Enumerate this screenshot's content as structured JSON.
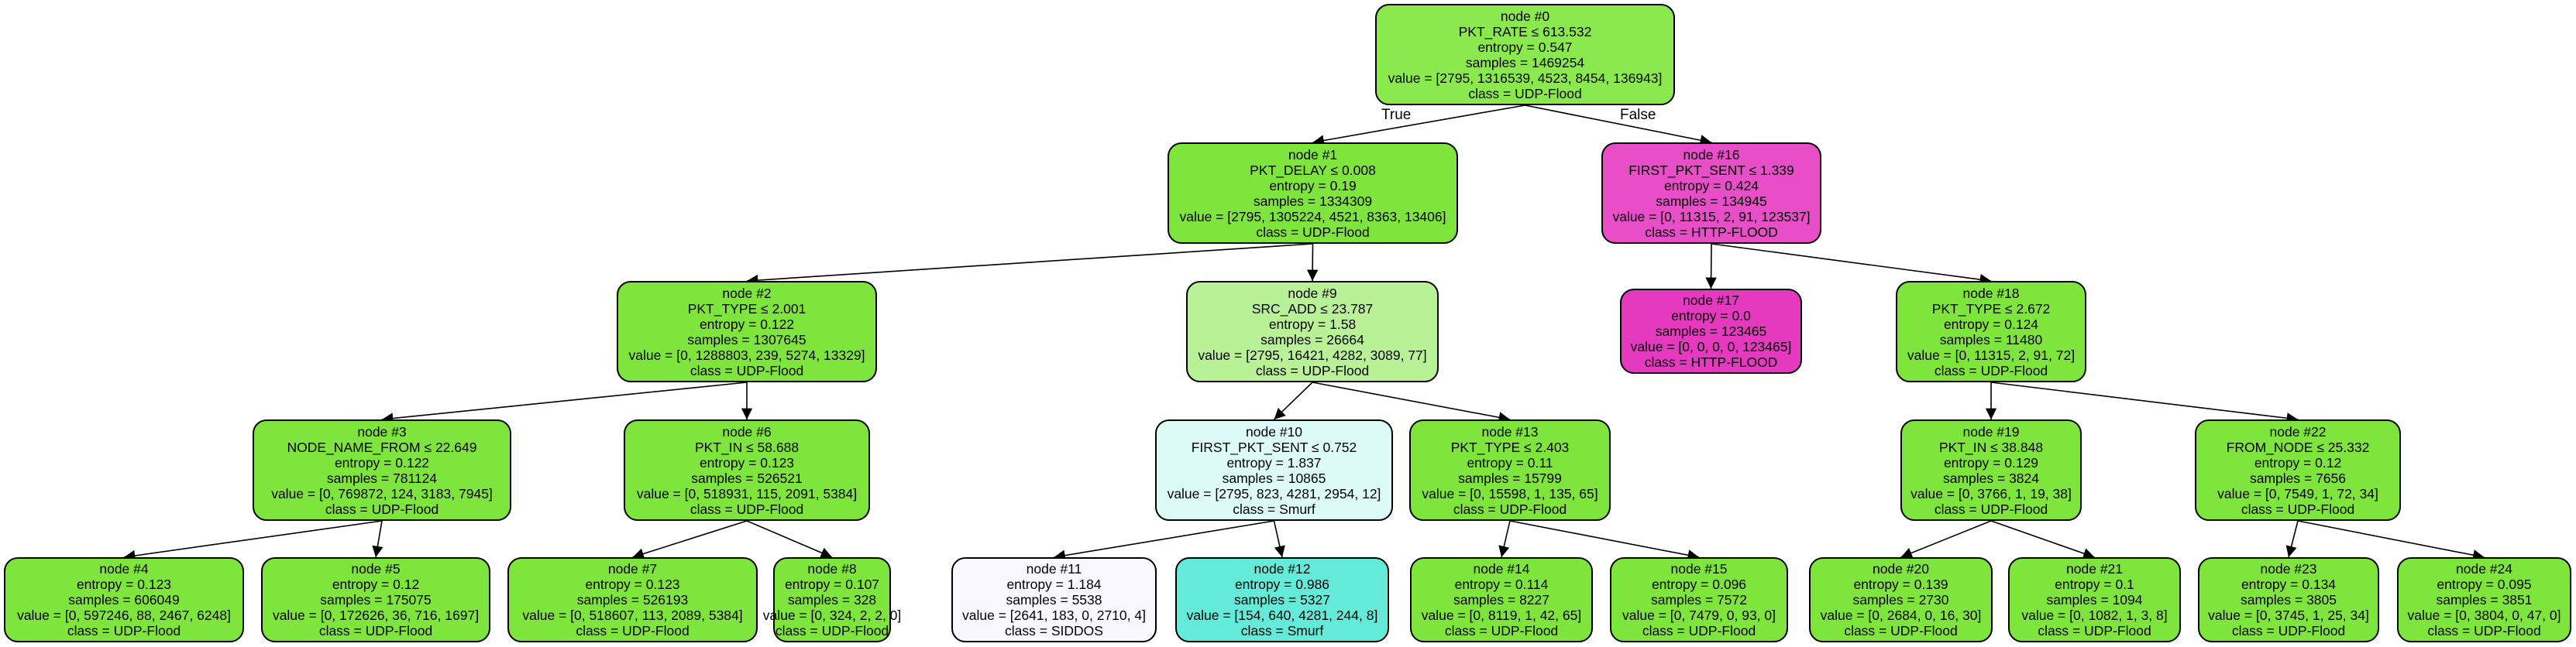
{
  "edge_labels": {
    "true_label": "True",
    "false_label": "False"
  },
  "colors": {
    "udp": "#7ee53d",
    "udp_light": "#8aea4d",
    "udp_pale": "#b9f197",
    "http": "#e84ec8",
    "http_dark": "#e539c0",
    "smurf_pale": "#ddfbf6",
    "smurf": "#64ead9",
    "siddos": "#f9f8fe"
  },
  "nodes": [
    {
      "id": "0",
      "title": "node #0",
      "split": "PKT_RATE ≤ 613.532",
      "entropy": "entropy = 0.547",
      "samples": "samples = 1469254",
      "value": "value = [2795, 1316539, 4523, 8454, 136943]",
      "class": "class = UDP-Flood",
      "color": "udp_light"
    },
    {
      "id": "1",
      "title": "node #1",
      "split": "PKT_DELAY ≤ 0.008",
      "entropy": "entropy = 0.19",
      "samples": "samples = 1334309",
      "value": "value = [2795, 1305224, 4521, 8363, 13406]",
      "class": "class = UDP-Flood",
      "color": "udp"
    },
    {
      "id": "16",
      "title": "node #16",
      "split": "FIRST_PKT_SENT ≤ 1.339",
      "entropy": "entropy = 0.424",
      "samples": "samples = 134945",
      "value": "value = [0, 11315, 2, 91, 123537]",
      "class": "class = HTTP-FLOOD",
      "color": "http"
    },
    {
      "id": "2",
      "title": "node #2",
      "split": "PKT_TYPE ≤ 2.001",
      "entropy": "entropy = 0.122",
      "samples": "samples = 1307645",
      "value": "value = [0, 1288803, 239, 5274, 13329]",
      "class": "class = UDP-Flood",
      "color": "udp"
    },
    {
      "id": "9",
      "title": "node #9",
      "split": "SRC_ADD ≤ 23.787",
      "entropy": "entropy = 1.58",
      "samples": "samples = 26664",
      "value": "value = [2795, 16421, 4282, 3089, 77]",
      "class": "class = UDP-Flood",
      "color": "udp_pale"
    },
    {
      "id": "17",
      "title": "node #17",
      "split": "",
      "entropy": "entropy = 0.0",
      "samples": "samples = 123465",
      "value": "value = [0, 0, 0, 0, 123465]",
      "class": "class = HTTP-FLOOD",
      "color": "http_dark"
    },
    {
      "id": "18",
      "title": "node #18",
      "split": "PKT_TYPE ≤ 2.672",
      "entropy": "entropy = 0.124",
      "samples": "samples = 11480",
      "value": "value = [0, 11315, 2, 91, 72]",
      "class": "class = UDP-Flood",
      "color": "udp"
    },
    {
      "id": "3",
      "title": "node #3",
      "split": "NODE_NAME_FROM ≤ 22.649",
      "entropy": "entropy = 0.122",
      "samples": "samples = 781124",
      "value": "value = [0, 769872, 124, 3183, 7945]",
      "class": "class = UDP-Flood",
      "color": "udp"
    },
    {
      "id": "6",
      "title": "node #6",
      "split": "PKT_IN ≤ 58.688",
      "entropy": "entropy = 0.123",
      "samples": "samples = 526521",
      "value": "value = [0, 518931, 115, 2091, 5384]",
      "class": "class = UDP-Flood",
      "color": "udp"
    },
    {
      "id": "10",
      "title": "node #10",
      "split": "FIRST_PKT_SENT ≤ 0.752",
      "entropy": "entropy = 1.837",
      "samples": "samples = 10865",
      "value": "value = [2795, 823, 4281, 2954, 12]",
      "class": "class = Smurf",
      "color": "smurf_pale"
    },
    {
      "id": "13",
      "title": "node #13",
      "split": "PKT_TYPE ≤ 2.403",
      "entropy": "entropy = 0.11",
      "samples": "samples = 15799",
      "value": "value = [0, 15598, 1, 135, 65]",
      "class": "class = UDP-Flood",
      "color": "udp"
    },
    {
      "id": "19",
      "title": "node #19",
      "split": "PKT_IN ≤ 38.848",
      "entropy": "entropy = 0.129",
      "samples": "samples = 3824",
      "value": "value = [0, 3766, 1, 19, 38]",
      "class": "class = UDP-Flood",
      "color": "udp"
    },
    {
      "id": "22",
      "title": "node #22",
      "split": "FROM_NODE ≤ 25.332",
      "entropy": "entropy = 0.12",
      "samples": "samples = 7656",
      "value": "value = [0, 7549, 1, 72, 34]",
      "class": "class = UDP-Flood",
      "color": "udp"
    },
    {
      "id": "4",
      "title": "node #4",
      "split": "",
      "entropy": "entropy = 0.123",
      "samples": "samples = 606049",
      "value": "value = [0, 597246, 88, 2467, 6248]",
      "class": "class = UDP-Flood",
      "color": "udp"
    },
    {
      "id": "5",
      "title": "node #5",
      "split": "",
      "entropy": "entropy = 0.12",
      "samples": "samples = 175075",
      "value": "value = [0, 172626, 36, 716, 1697]",
      "class": "class = UDP-Flood",
      "color": "udp"
    },
    {
      "id": "7",
      "title": "node #7",
      "split": "",
      "entropy": "entropy = 0.123",
      "samples": "samples = 526193",
      "value": "value = [0, 518607, 113, 2089, 5384]",
      "class": "class = UDP-Flood",
      "color": "udp"
    },
    {
      "id": "8",
      "title": "node #8",
      "split": "",
      "entropy": "entropy = 0.107",
      "samples": "samples = 328",
      "value": "value = [0, 324, 2, 2, 0]",
      "class": "class = UDP-Flood",
      "color": "udp"
    },
    {
      "id": "11",
      "title": "node #11",
      "split": "",
      "entropy": "entropy = 1.184",
      "samples": "samples = 5538",
      "value": "value = [2641, 183, 0, 2710, 4]",
      "class": "class = SIDDOS",
      "color": "siddos"
    },
    {
      "id": "12",
      "title": "node #12",
      "split": "",
      "entropy": "entropy = 0.986",
      "samples": "samples = 5327",
      "value": "value = [154, 640, 4281, 244, 8]",
      "class": "class = Smurf",
      "color": "smurf"
    },
    {
      "id": "14",
      "title": "node #14",
      "split": "",
      "entropy": "entropy = 0.114",
      "samples": "samples = 8227",
      "value": "value = [0, 8119, 1, 42, 65]",
      "class": "class = UDP-Flood",
      "color": "udp"
    },
    {
      "id": "15",
      "title": "node #15",
      "split": "",
      "entropy": "entropy = 0.096",
      "samples": "samples = 7572",
      "value": "value = [0, 7479, 0, 93, 0]",
      "class": "class = UDP-Flood",
      "color": "udp"
    },
    {
      "id": "20",
      "title": "node #20",
      "split": "",
      "entropy": "entropy = 0.139",
      "samples": "samples = 2730",
      "value": "value = [0, 2684, 0, 16, 30]",
      "class": "class = UDP-Flood",
      "color": "udp"
    },
    {
      "id": "21",
      "title": "node #21",
      "split": "",
      "entropy": "entropy = 0.1",
      "samples": "samples = 1094",
      "value": "value = [0, 1082, 1, 3, 8]",
      "class": "class = UDP-Flood",
      "color": "udp"
    },
    {
      "id": "23",
      "title": "node #23",
      "split": "",
      "entropy": "entropy = 0.134",
      "samples": "samples = 3805",
      "value": "value = [0, 3745, 1, 25, 34]",
      "class": "class = UDP-Flood",
      "color": "udp"
    },
    {
      "id": "24",
      "title": "node #24",
      "split": "",
      "entropy": "entropy = 0.095",
      "samples": "samples = 3851",
      "value": "value = [0, 3804, 0, 47, 0]",
      "class": "class = UDP-Flood",
      "color": "udp"
    }
  ],
  "edges": [
    {
      "from": "0",
      "to": "1"
    },
    {
      "from": "0",
      "to": "16"
    },
    {
      "from": "1",
      "to": "2"
    },
    {
      "from": "1",
      "to": "9"
    },
    {
      "from": "16",
      "to": "17"
    },
    {
      "from": "16",
      "to": "18"
    },
    {
      "from": "2",
      "to": "3"
    },
    {
      "from": "2",
      "to": "6"
    },
    {
      "from": "9",
      "to": "10"
    },
    {
      "from": "9",
      "to": "13"
    },
    {
      "from": "18",
      "to": "19"
    },
    {
      "from": "18",
      "to": "22"
    },
    {
      "from": "3",
      "to": "4"
    },
    {
      "from": "3",
      "to": "5"
    },
    {
      "from": "6",
      "to": "7"
    },
    {
      "from": "6",
      "to": "8"
    },
    {
      "from": "10",
      "to": "11"
    },
    {
      "from": "10",
      "to": "12"
    },
    {
      "from": "13",
      "to": "14"
    },
    {
      "from": "13",
      "to": "15"
    },
    {
      "from": "19",
      "to": "20"
    },
    {
      "from": "19",
      "to": "21"
    },
    {
      "from": "22",
      "to": "23"
    },
    {
      "from": "22",
      "to": "24"
    }
  ]
}
